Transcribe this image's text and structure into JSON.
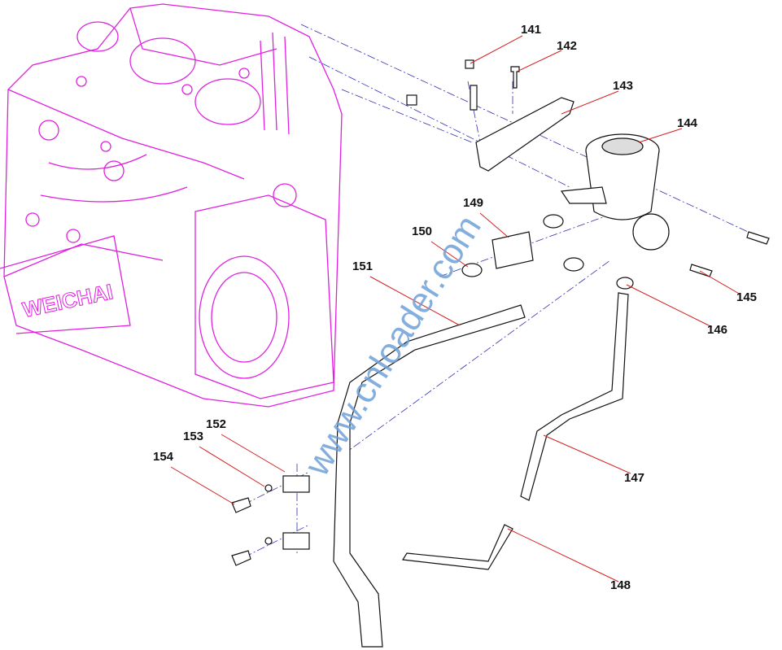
{
  "diagram": {
    "engine_brand": "WEICHAI",
    "watermark": "www.cnloader.com",
    "labels": [
      "141",
      "142",
      "143",
      "144",
      "145",
      "146",
      "147",
      "148",
      "149",
      "150",
      "151",
      "152",
      "153",
      "154"
    ],
    "colors": {
      "engine": "#e020e0",
      "leader": "#d42020",
      "watermark": "#6ea0d8",
      "centerline": "#3030b0"
    }
  }
}
